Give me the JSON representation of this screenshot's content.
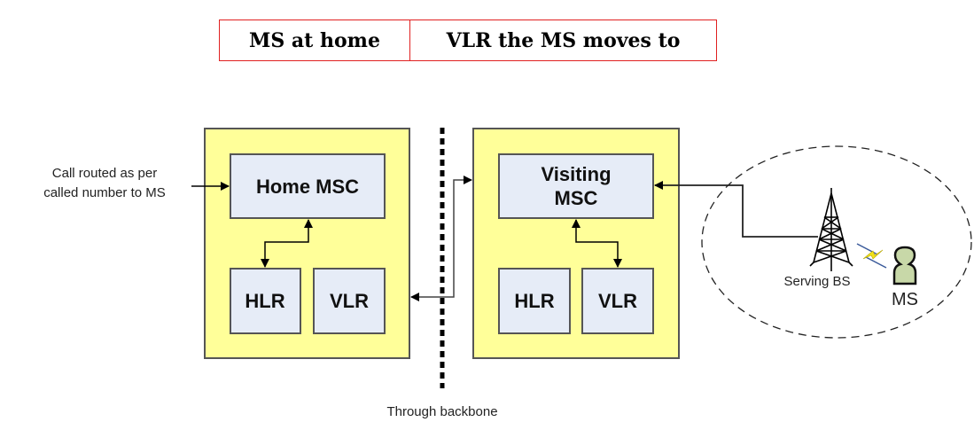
{
  "header": {
    "left_label": "MS at home",
    "right_label": "VLR the MS moves to"
  },
  "home_network": {
    "msc_label": "Home MSC",
    "hlr_label": "HLR",
    "vlr_label": "VLR"
  },
  "visited_network": {
    "msc_label_line1": "Visiting",
    "msc_label_line2": "MSC",
    "hlr_label": "HLR",
    "vlr_label": "VLR"
  },
  "incoming_call": {
    "line1": "Call routed as per",
    "line2": "called number to MS"
  },
  "backbone_label": "Through backbone",
  "cell": {
    "bs_label": "Serving BS",
    "ms_label": "MS"
  },
  "colors": {
    "header_border": "#e02020",
    "network_fill": "#ffff99",
    "node_fill": "#e6ecf7",
    "node_border": "#555555",
    "radio_link": "#f2e21a"
  }
}
